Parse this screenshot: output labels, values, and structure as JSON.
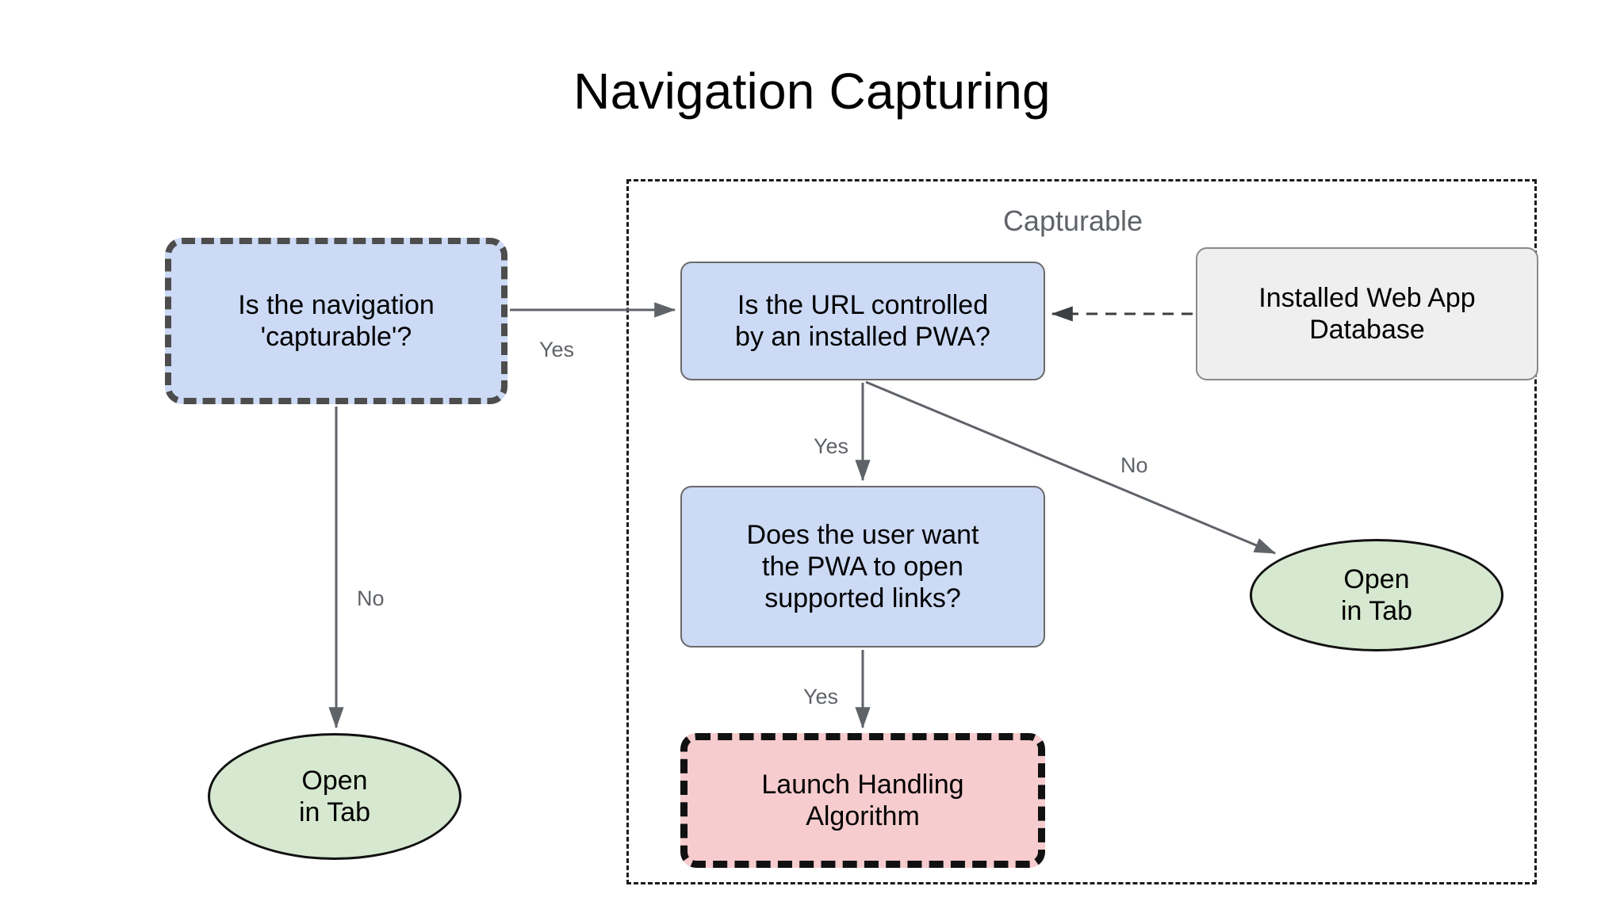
{
  "diagram": {
    "title": "Navigation Capturing",
    "group": {
      "label": "Capturable"
    },
    "nodes": {
      "capturable": {
        "label": "Is the navigation\n'capturable'?",
        "shape": "rounded-rect",
        "style": "dashed",
        "fill": "#ccdaf5",
        "stroke": "#4d4d4d"
      },
      "url_controlled": {
        "label": "Is the URL controlled\nby an installed PWA?",
        "shape": "rounded-rect",
        "style": "solid",
        "fill": "#ccdaf5",
        "stroke": "#6a6a6a"
      },
      "database": {
        "label": "Installed Web App\nDatabase",
        "shape": "rounded-rect",
        "style": "solid",
        "fill": "#efefef",
        "stroke": "#8a8a8a"
      },
      "user_want": {
        "label": "Does the user want\nthe PWA to open\nsupported links?",
        "shape": "rounded-rect",
        "style": "solid",
        "fill": "#ccdaf5",
        "stroke": "#6a6a6a"
      },
      "launch_handling": {
        "label": "Launch Handling\nAlgorithm",
        "shape": "rounded-rect",
        "style": "dashed",
        "fill": "#f6ccce",
        "stroke": "#111111"
      },
      "open_tab_left": {
        "label": "Open\nin Tab",
        "shape": "ellipse",
        "style": "solid",
        "fill": "#d6e8d0",
        "stroke": "#111111"
      },
      "open_tab_right": {
        "label": "Open\nin Tab",
        "shape": "ellipse",
        "style": "solid",
        "fill": "#d6e8d0",
        "stroke": "#111111"
      }
    },
    "edges": [
      {
        "from": "capturable",
        "to": "url_controlled",
        "label": "Yes",
        "style": "solid"
      },
      {
        "from": "capturable",
        "to": "open_tab_left",
        "label": "No",
        "style": "solid"
      },
      {
        "from": "url_controlled",
        "to": "user_want",
        "label": "Yes",
        "style": "solid"
      },
      {
        "from": "url_controlled",
        "to": "open_tab_right",
        "label": "No",
        "style": "solid"
      },
      {
        "from": "user_want",
        "to": "launch_handling",
        "label": "Yes",
        "style": "solid"
      },
      {
        "from": "database",
        "to": "url_controlled",
        "label": "",
        "style": "dashed"
      }
    ],
    "edge_labels": {
      "yes_1": "Yes",
      "no_1": "No",
      "yes_2": "Yes",
      "no_2": "No",
      "yes_3": "Yes"
    },
    "colors": {
      "background": "#ffffff",
      "blue_fill": "#ccdaf5",
      "green_fill": "#d6e8d0",
      "pink_fill": "#f6ccce",
      "gray_fill": "#efefef",
      "edge_stroke": "#5f6368",
      "label_text": "#5f6368",
      "node_text": "#000000"
    }
  }
}
